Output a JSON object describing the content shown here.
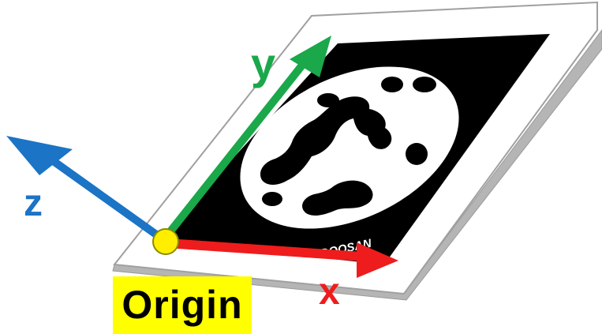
{
  "labels": {
    "x_axis": "x",
    "y_axis": "y",
    "z_axis": "z",
    "origin": "Origin",
    "brand": "DOOSAN"
  },
  "colors": {
    "x_axis": "#ee1c1c",
    "y_axis": "#1aa84a",
    "z_axis": "#1b74c5",
    "origin_point": "#ffee00",
    "origin_highlight": "#ffff00",
    "marker_black": "#000000",
    "board_white": "#ffffff",
    "board_edge": "#b8b8b8"
  },
  "icons": {
    "origin_point": "circle-dot",
    "marker": "aruco-fiducial-marker"
  }
}
